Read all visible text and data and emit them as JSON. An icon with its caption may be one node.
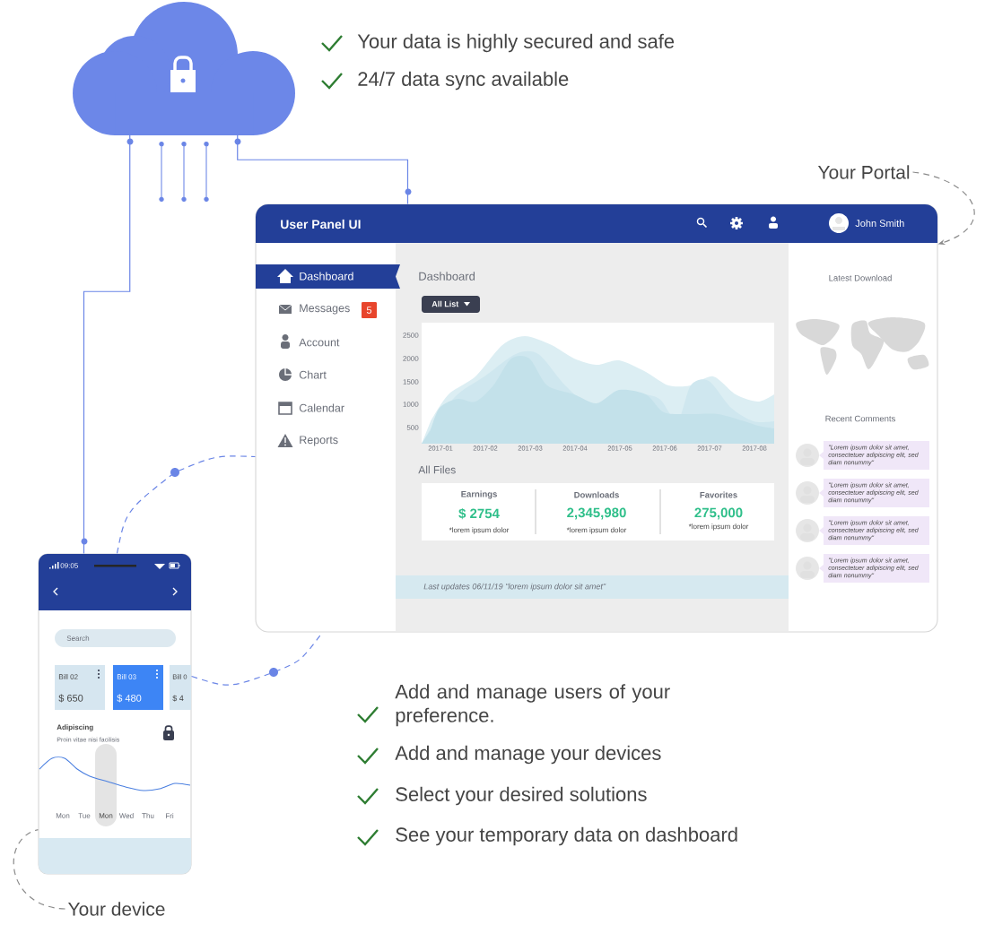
{
  "diagram": {
    "nodes": [
      {
        "text": [],
        "shape": "cloud"
      },
      {
        "text": [
          "Your Portal"
        ]
      },
      {
        "text": [],
        "shape": "picture"
      },
      {
        "text": [],
        "shape": "picture"
      },
      {
        "text": [
          "Your device"
        ]
      }
    ],
    "edges": [
      {
        "from": 0,
        "to": 2,
        "arrow": "none"
      },
      {
        "from": 0,
        "to": 3,
        "arrow": "none"
      },
      {
        "from": 1,
        "to": 2,
        "arrow": "to",
        "style": "dashed",
        "color": "#8a8a8a"
      },
      {
        "from": 4,
        "to": 3,
        "arrow": "none",
        "style": "dashed",
        "color": "#8a8a8a"
      },
      {
        "from": 3,
        "to": 2,
        "arrow": "none",
        "style": "dashed"
      },
      {
        "from": 3,
        "to": 2,
        "arrow": "none",
        "style": "dashed"
      }
    ],
    "labels": [
      "Your data is highly secured and safe",
      "24/7 data sync available",
      "User Panel UI",
      "John Smith",
      "Dashboard",
      "Messages",
      "5",
      "Account",
      "Chart",
      "Calendar",
      "Reports",
      "Dashboard",
      "All List",
      "2500",
      "2000",
      "1500",
      "1000",
      "500",
      "2017-01",
      "2017-02",
      "2017-03",
      "2017-04",
      "2017-05",
      "2017-06",
      "2017-07",
      "2017-08",
      "All Files",
      "Earnings",
      "$ 2754",
      "*lorem ipsum dolor",
      "Downloads",
      "2,345,980",
      "*lorem ipsum dolor",
      "Favorites",
      "275,000",
      "*lorem ipsum dolor",
      "Last updates 06/11/19 \"lorem ipsum dolor sit amet\"",
      "Latest Download",
      "Recent Comments",
      "\"Lorem ipsum dolor sit amet, consectetuer adipiscing elit, sed diam nonummy\"",
      "\"Lorem ipsum dolor sit amet, consectetuer adipiscing elit, sed diam nonummy\"",
      "\"Lorem ipsum dolor sit amet, consectetuer adipiscing elit, sed diam nonummy\"",
      "\"Lorem ipsum dolor sit amet, consectetuer adipiscing elit, sed diam nonummy\"",
      "09:05",
      "Search",
      "Bill 02",
      "$ 650",
      "Bill 03",
      "$ 480",
      "Bill 0",
      "$ 4",
      "Adipiscing",
      "Proin vitae nisi facilisis",
      "Mon",
      "Tue",
      "Mon",
      "Wed",
      "Thu",
      "Fri",
      "Add and manage users of your preference.",
      "Add and manage your devices",
      "Select your desired solutions",
      "See your temporary data on dashboard"
    ]
  }
}
